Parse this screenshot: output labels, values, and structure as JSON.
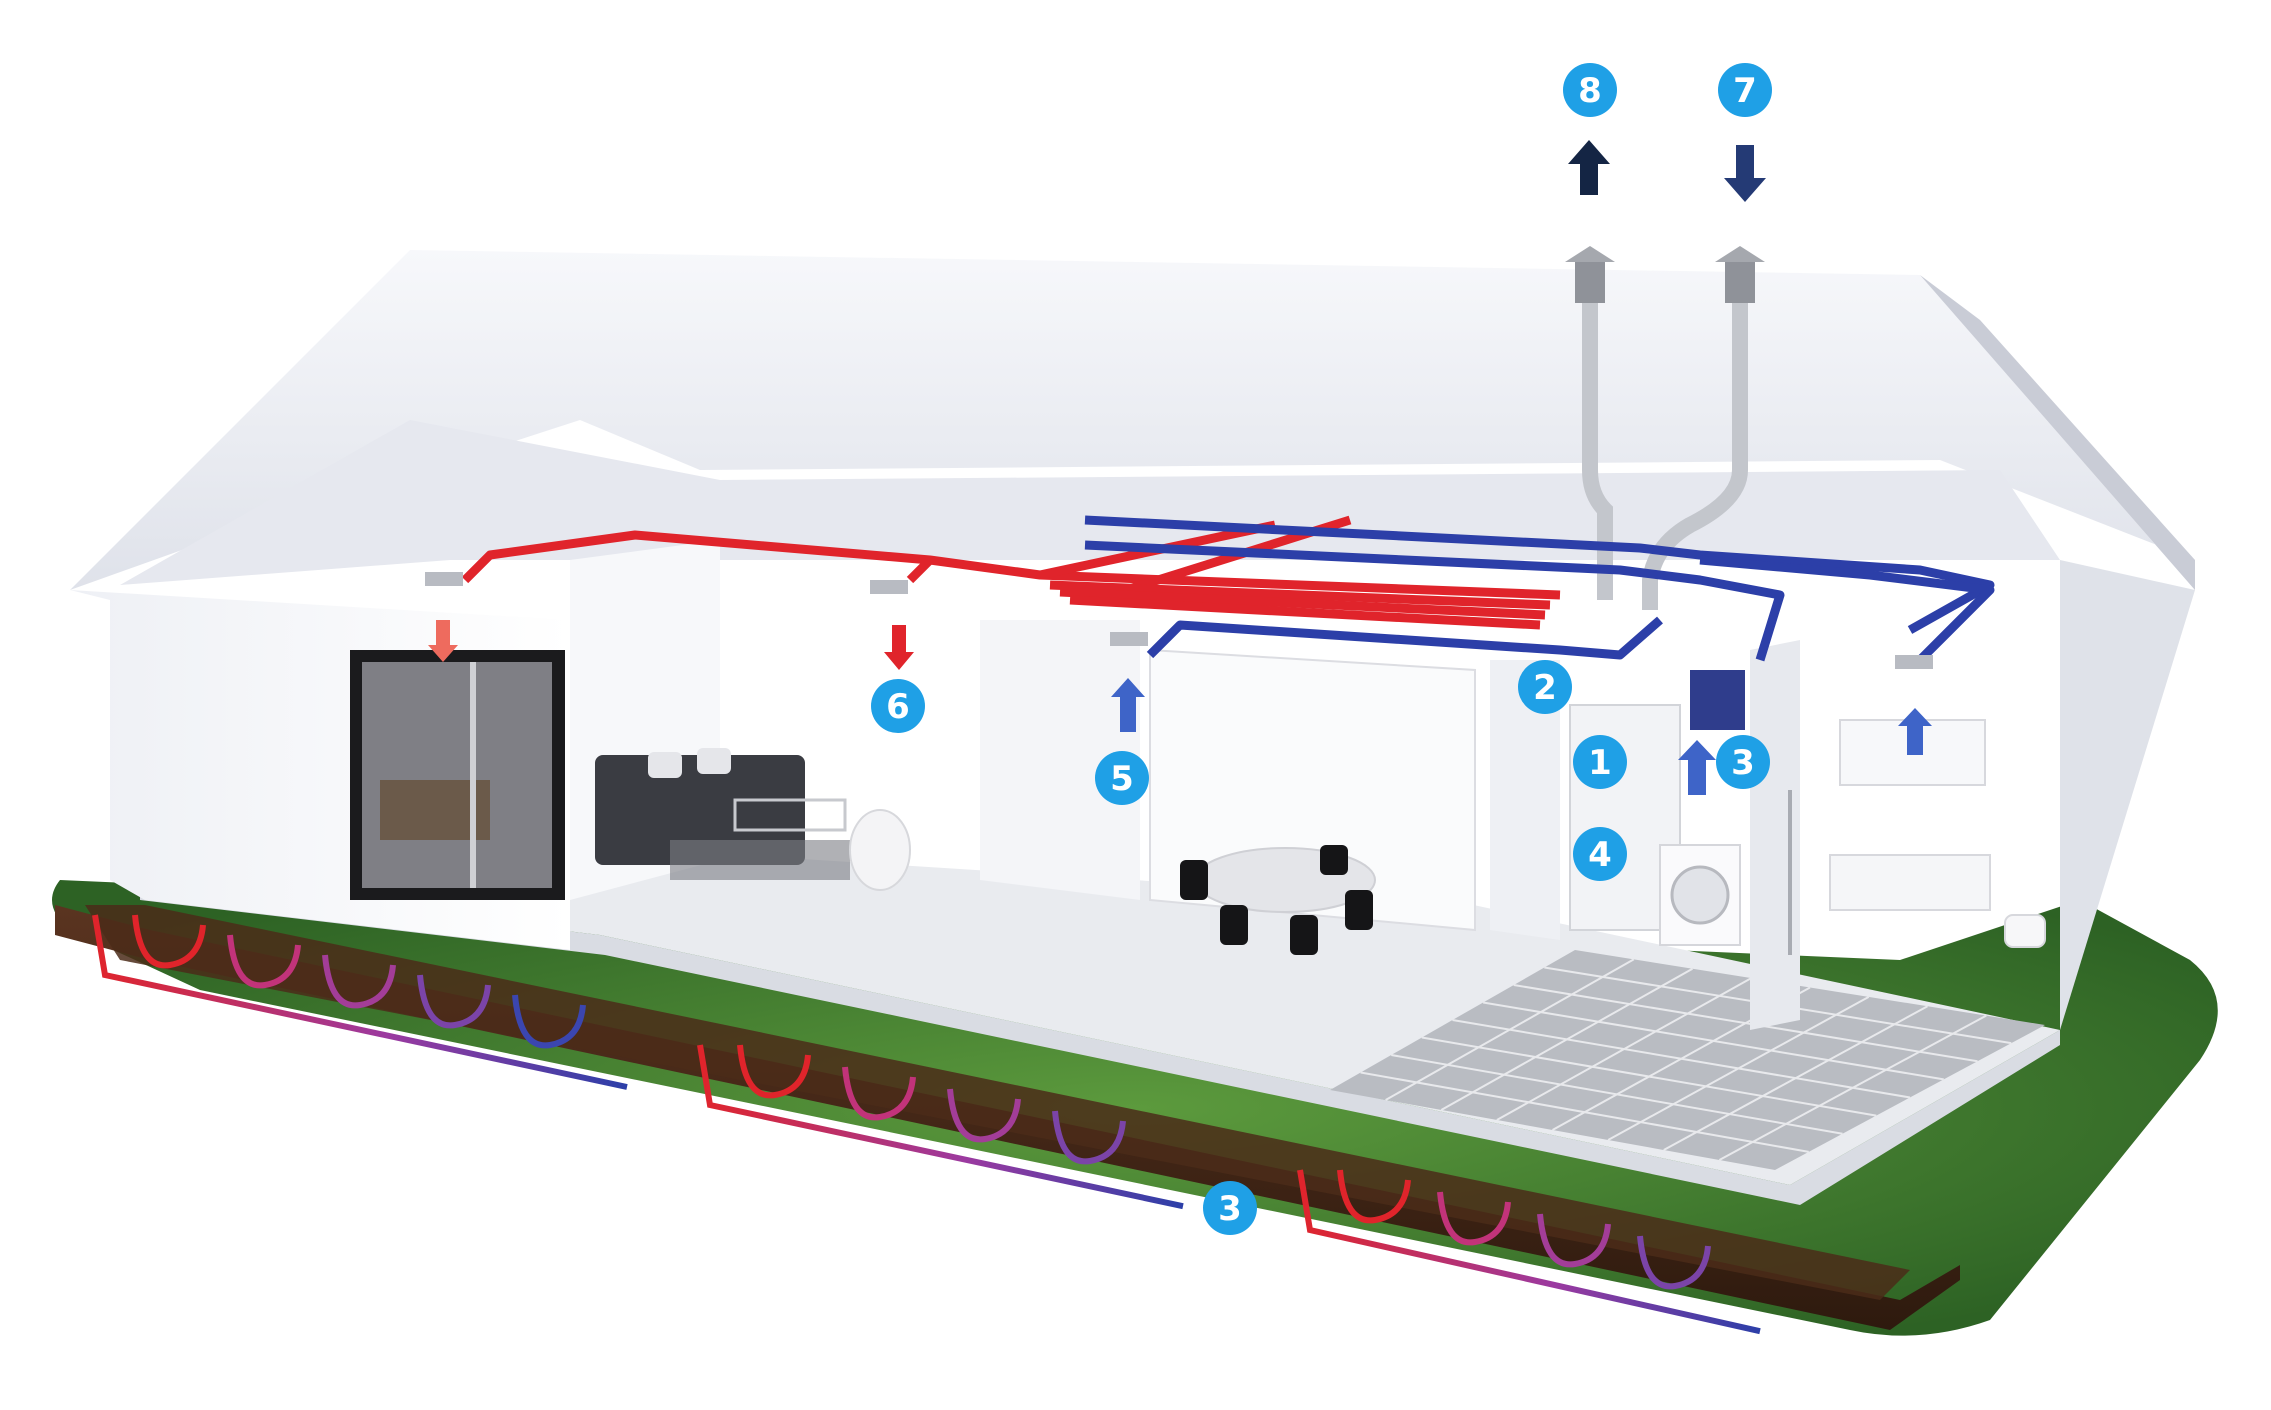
{
  "colors": {
    "badge": "#1fa0e6",
    "supply_pipe": "#e0242b",
    "return_pipe": "#2c3fa8",
    "exhaust_arrow": "#142544",
    "intake_arrow": "#243a75",
    "warm_arrow": "#e8393a",
    "cool_arrow": "#3e64c8",
    "grass": "#3b7a2e",
    "soil": "#4a2a18",
    "wall": "#f3f4f8",
    "floor_tile": "#b9bcc2"
  },
  "badges": [
    {
      "id": "b8",
      "label": "8"
    },
    {
      "id": "b7",
      "label": "7"
    },
    {
      "id": "b6",
      "label": "6"
    },
    {
      "id": "b5",
      "label": "5"
    },
    {
      "id": "b2",
      "label": "2"
    },
    {
      "id": "b1",
      "label": "1"
    },
    {
      "id": "b3a",
      "label": "3"
    },
    {
      "id": "b4",
      "label": "4"
    },
    {
      "id": "b3b",
      "label": "3"
    }
  ],
  "icons": [
    "exhaust-arrow-icon",
    "intake-arrow-icon",
    "warm-air-arrow-icon",
    "cool-air-arrow-icon"
  ]
}
